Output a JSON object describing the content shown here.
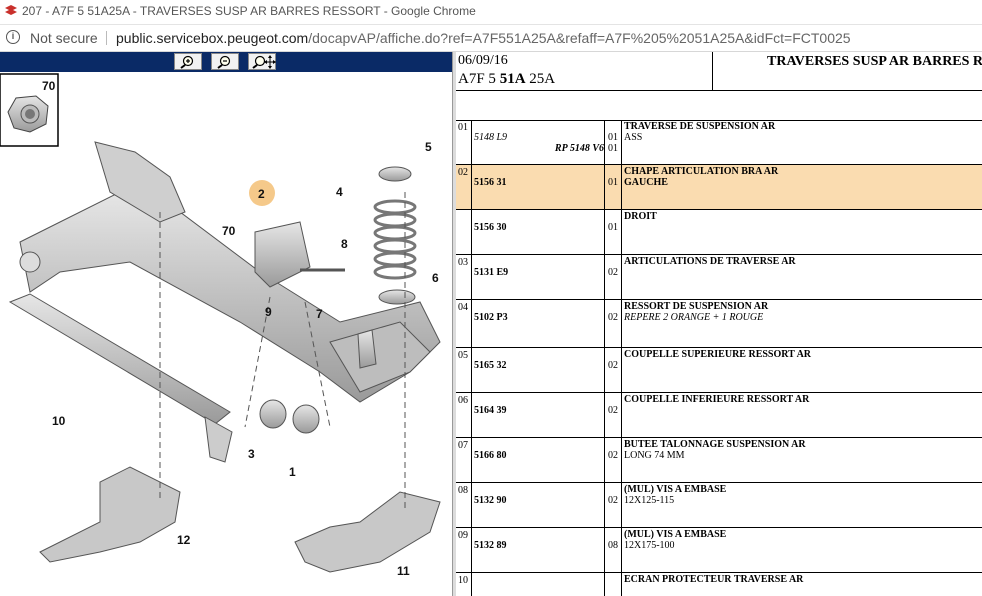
{
  "browser": {
    "tab_title": "207 - A7F 5 51A25A - TRAVERSES SUSP AR BARRES RESSORT - Google Chrome",
    "security": "Not secure",
    "url_host": "public.servicebox.peugeot.com",
    "url_path": "/docapvAP/affiche.do?ref=A7F551A25A&refaff=A7F%205%2051A25A&idFct=FCT0025"
  },
  "toolbar": {
    "buttons": [
      "zoom-in-icon",
      "zoom-out-icon",
      "zoom-pan-icon"
    ]
  },
  "diagram": {
    "callouts": [
      "70",
      "2",
      "5",
      "70",
      "4",
      "8",
      "6",
      "7",
      "9",
      "10",
      "3",
      "1",
      "12",
      "11"
    ]
  },
  "header": {
    "date": "06/09/16",
    "code_prefix": "A7F 5 ",
    "code_bold": "51A",
    "code_suffix": " 25A",
    "title": "TRAVERSES SUSP AR BARRES RESSORT"
  },
  "rows": [
    {
      "num": "01",
      "ref": "5148 L9",
      "ref2": "RP 5148 V6",
      "qty": "01",
      "qty2": "01",
      "desc": "TRAVERSE DE SUSPENSION AR",
      "desc2": "ASS"
    },
    {
      "num": "02",
      "ref": "5156 31",
      "qty": "01",
      "desc": "CHAPE ARTICULATION BRA AR",
      "desc2": "GAUCHE"
    },
    {
      "num": "",
      "ref": "5156 30",
      "qty": "01",
      "desc": "DROIT",
      "desc2": ""
    },
    {
      "num": "03",
      "ref": "5131 E9",
      "qty": "02",
      "desc": "ARTICULATIONS DE TRAVERSE AR",
      "desc2": ""
    },
    {
      "num": "04",
      "ref": "5102 P3",
      "qty": "02",
      "desc": "RESSORT DE SUSPENSION AR",
      "desc2": "REPERE 2 ORANGE + 1 ROUGE"
    },
    {
      "num": "05",
      "ref": "5165 32",
      "qty": "02",
      "desc": "COUPELLE SUPERIEURE RESSORT AR",
      "desc2": ""
    },
    {
      "num": "06",
      "ref": "5164 39",
      "qty": "02",
      "desc": "COUPELLE INFERIEURE RESSORT AR",
      "desc2": ""
    },
    {
      "num": "07",
      "ref": "5166 80",
      "qty": "02",
      "desc": "BUTEE TALONNAGE SUSPENSION AR",
      "desc2": "LONG 74 MM"
    },
    {
      "num": "08",
      "ref": "5132 90",
      "qty": "02",
      "desc": "(MUL) VIS A EMBASE",
      "desc2": "12X125-115"
    },
    {
      "num": "09",
      "ref": "5132 89",
      "qty": "08",
      "desc": "(MUL) VIS A EMBASE",
      "desc2": "12X175-100"
    },
    {
      "num": "10",
      "ref": "",
      "qty": "",
      "desc": "ECRAN PROTECTEUR TRAVERSE AR",
      "desc2": ""
    }
  ],
  "colors": {
    "toolbar_bg": "#0a2a66",
    "highlight_row": "#fadcb0",
    "callout_highlight": "#f5c98a"
  }
}
